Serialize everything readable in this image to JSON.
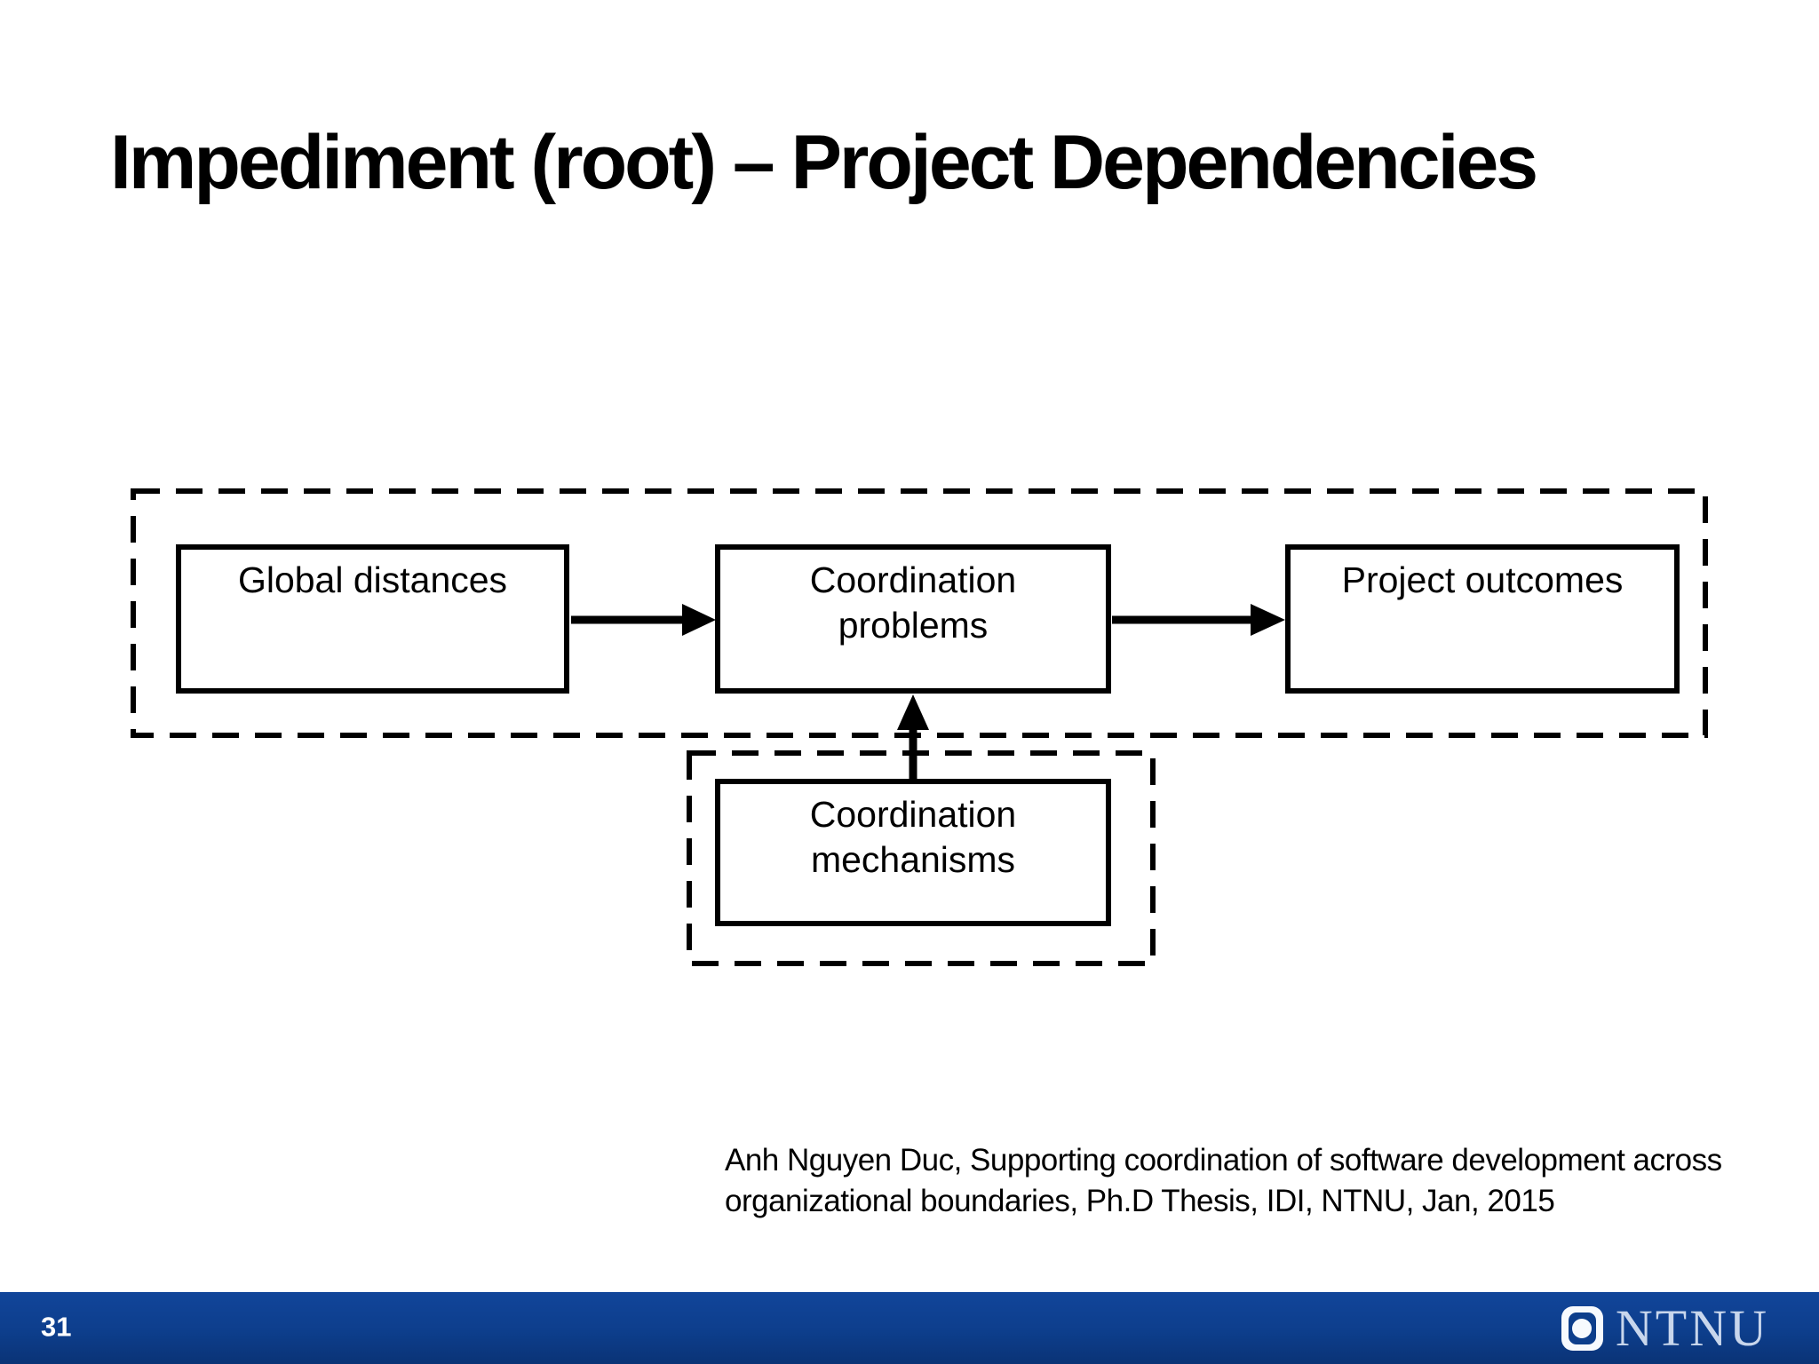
{
  "title": "Impediment (root) – Project Dependencies",
  "diagram": {
    "boxes": {
      "global": {
        "label": "Global distances"
      },
      "problems": {
        "label": "Coordination\nproblems"
      },
      "outcomes": {
        "label": "Project outcomes"
      },
      "mechanisms": {
        "label": "Coordination\nmechanisms"
      }
    },
    "relations": [
      {
        "from": "Global distances",
        "to": "Coordination problems"
      },
      {
        "from": "Coordination problems",
        "to": "Project outcomes"
      },
      {
        "from": "Coordination mechanisms",
        "to": "Coordination problems"
      }
    ]
  },
  "citation": {
    "line1": "Anh Nguyen Duc, Supporting coordination of software development across",
    "line2": "organizational boundaries, Ph.D Thesis, IDI, NTNU, Jan, 2015"
  },
  "footer": {
    "page_number": "31",
    "logo_text": "NTNU"
  },
  "colors": {
    "footer_bar": "#0d3e8c",
    "logo_text": "#c8d6ec",
    "diagram_stroke": "#000000",
    "title_text": "#000000",
    "background": "#ffffff"
  }
}
